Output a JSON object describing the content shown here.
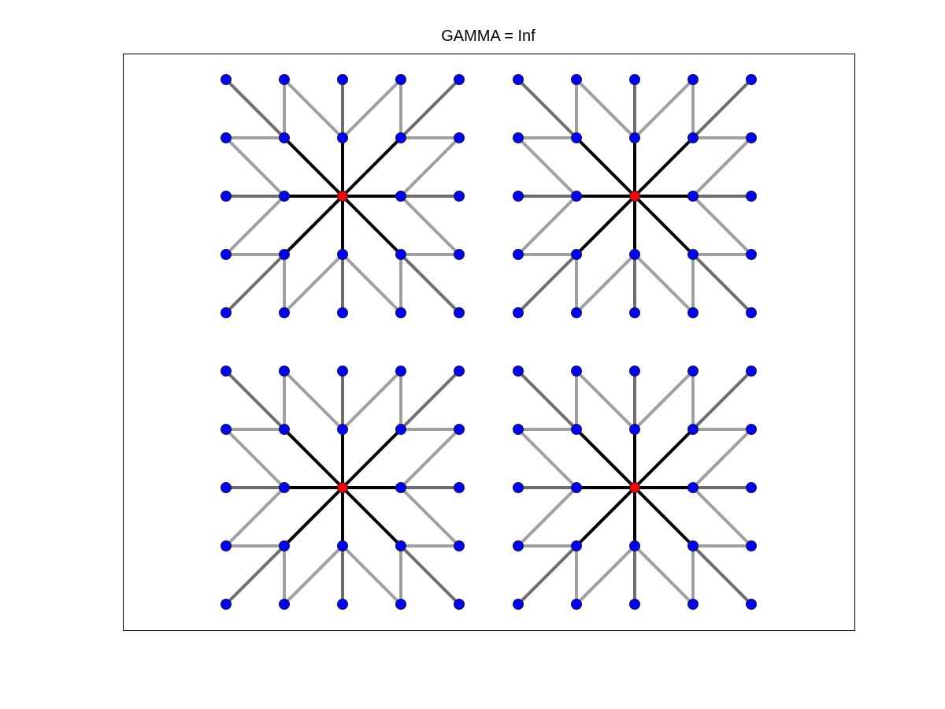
{
  "figure": {
    "title": "GAMMA = Inf",
    "background": "#ffffff"
  },
  "graph": {
    "grids": [
      {
        "id": "top-left",
        "center": [
          2,
          2
        ]
      },
      {
        "id": "top-right",
        "center": [
          2,
          2
        ]
      },
      {
        "id": "bottom-left",
        "center": [
          2,
          2
        ]
      },
      {
        "id": "bottom-right",
        "center": [
          2,
          2
        ]
      }
    ],
    "grid_size": 5,
    "colors": {
      "node": "#0000ff",
      "center_node": "#ff0000",
      "edge_level_1": "#000000",
      "edge_level_2_straight": "#6e6e6e",
      "edge_level_2_diagonal": "#a0a0a0"
    }
  }
}
